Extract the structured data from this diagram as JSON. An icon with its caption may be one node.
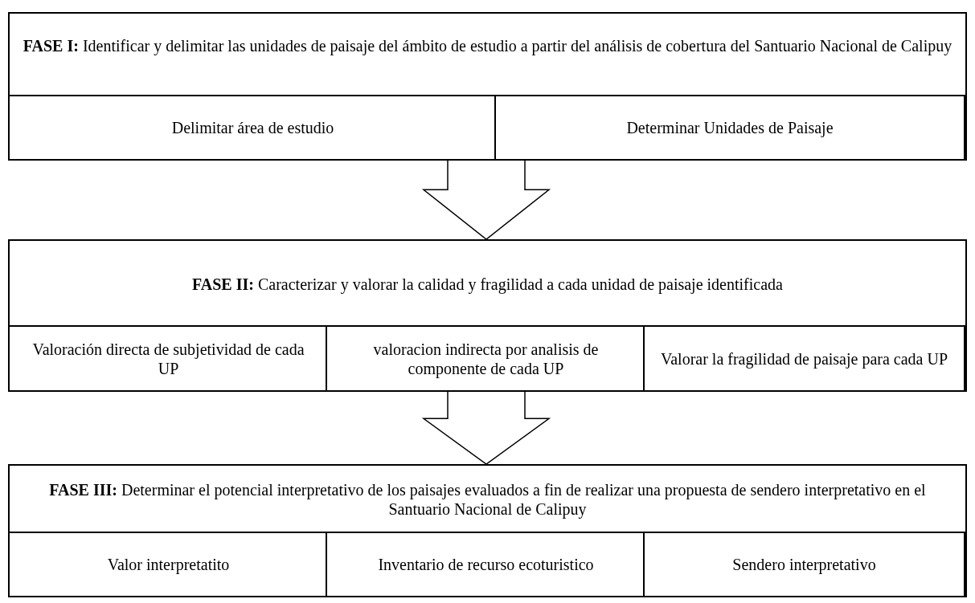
{
  "diagram": {
    "nodes": [
      {
        "text": [
          "**FASE I:** Identificar y delimitar las unidades de paisaje del ámbito de estudio a partir del análisis de cobertura del Santuario Nacional de Calipuy"
        ]
      },
      {
        "text": [
          "Delimitar área de estudio"
        ],
        "in": 0
      },
      {
        "text": [
          "Determinar Unidades de Paisaje"
        ],
        "in": 0
      },
      {
        "text": [
          "**FASE II:** Caracterizar y valorar la calidad y fragilidad a cada unidad de paisaje identificada"
        ]
      },
      {
        "text": [
          "Valoración directa de subjetividad de cada UP"
        ],
        "in": 3
      },
      {
        "text": [
          "valoracion indirecta por analisis de componente de cada UP"
        ],
        "in": 3
      },
      {
        "text": [
          "Valorar la fragilidad de paisaje para cada UP"
        ],
        "in": 3
      },
      {
        "text": [
          "**FASE III:** Determinar  el potencial interpretativo de los paisajes evaluados a fin de realizar una propuesta de sendero interpretativo en el Santuario Nacional de Calipuy"
        ]
      },
      {
        "text": [
          "Valor interpretatito"
        ],
        "in": 7
      },
      {
        "text": [
          "Inventario de recurso ecoturistico"
        ],
        "in": 7
      },
      {
        "text": [
          "Sendero interpretativo"
        ],
        "in": 7
      }
    ],
    "edges": [
      {
        "from": 0,
        "to": 3,
        "arrow": "to"
      },
      {
        "from": 3,
        "to": 7,
        "arrow": "to"
      }
    ]
  }
}
